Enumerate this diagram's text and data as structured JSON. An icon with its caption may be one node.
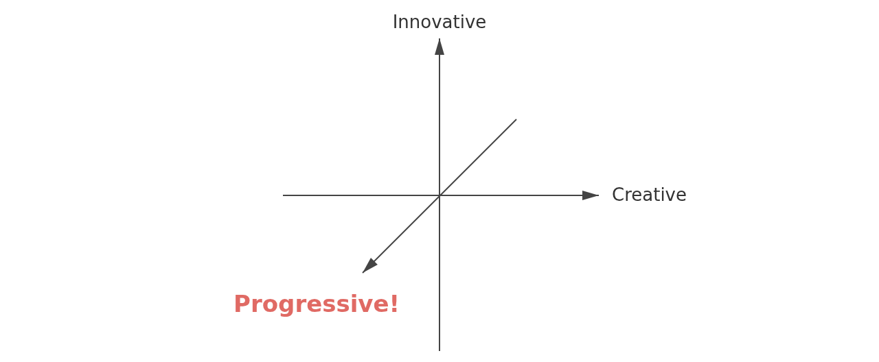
{
  "diagram": {
    "labels": [
      "Innovative",
      "Creative",
      "Progressive!"
    ]
  }
}
